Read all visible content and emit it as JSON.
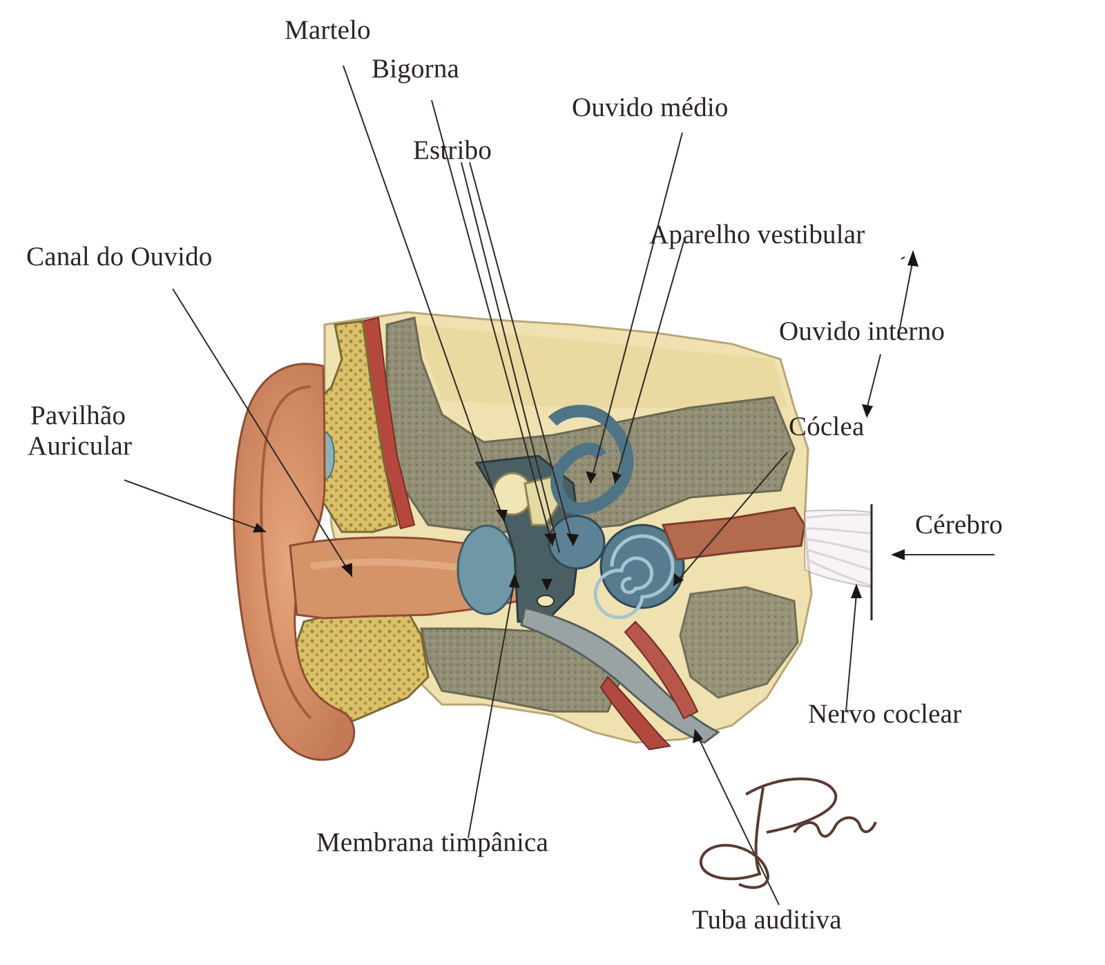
{
  "labels": {
    "martelo": "Martelo",
    "bigorna": "Bigorna",
    "ouvido_medio": "Ouvido médio",
    "estribo": "Estribo",
    "aparelho_vestibular": "Aparelho vestibular",
    "canal_do_ouvido": "Canal do Ouvido",
    "ouvido_interno": "Ouvido interno",
    "pavilhao_line1": "Pavilhão",
    "pavilhao_line2": "Auricular",
    "coclea": "Cóclea",
    "cerebro": "Cérebro",
    "nervo_coclear": "Nervo coclear",
    "membrana_timpanica": "Membrana timpânica",
    "tuba_auditiva": "Tuba auditiva"
  },
  "signature": "Berr",
  "colors": {
    "skin": "#d9926b",
    "skin_dark": "#b8694a",
    "bone": "#ede0ae",
    "cancellous": "#d8b65a",
    "grey_bone": "#8f8b73",
    "blue_structures": "#5b7f92",
    "muscle": "#b04a40",
    "label_text": "#2b2422"
  }
}
